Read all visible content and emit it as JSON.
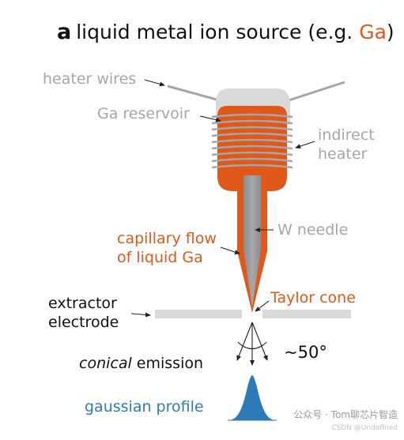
{
  "title": {
    "tag": "a",
    "text": "liquid metal ion source (e.g. ",
    "highlight": "Ga",
    "close": ")"
  },
  "labels": {
    "heater_wires": "heater wires",
    "ga_reservoir": "Ga reservoir",
    "indirect_heater_1": "indirect",
    "indirect_heater_2": "heater",
    "w_needle": "W needle",
    "capillary_1": "capillary flow",
    "capillary_2": "of liquid Ga",
    "taylor_cone": "Taylor cone",
    "extractor_1": "extractor",
    "extractor_2": "electrode",
    "angle": "~50°",
    "conical_emission_italic": "conical",
    "conical_emission_rest": " emission",
    "gaussian_profile": "gaussian profile"
  },
  "watermark": {
    "text": "公众号 · Tom聊芯片智造",
    "sub": "CSDN @Undefined"
  },
  "colors": {
    "ga_orange": "#e0581a",
    "label_gray": "#a6a6a6",
    "needle_gray": "#9a9a9a",
    "reservoir_gray": "#d9d9d9",
    "profile_blue": "#2e7ab8",
    "text_dark": "#111111"
  }
}
